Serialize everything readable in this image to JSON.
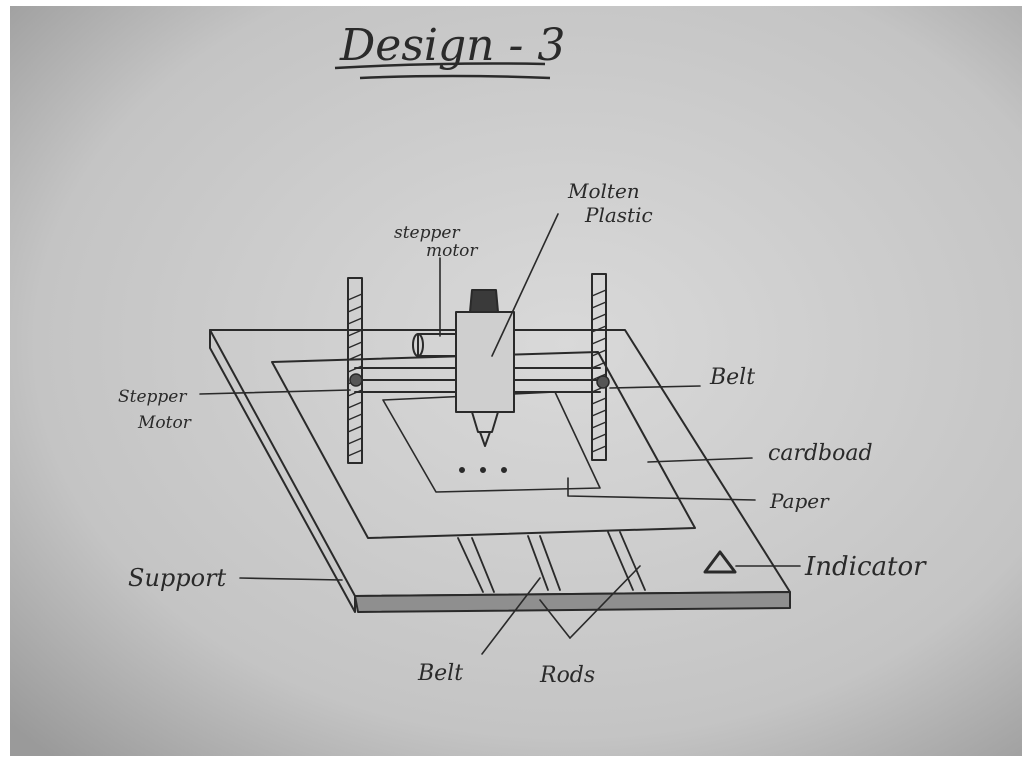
{
  "title": "Design - 3",
  "labels": {
    "molten_plastic_line1": "Molten",
    "molten_plastic_line2": "Plastic",
    "stepper_motor_top_line1": "stepper",
    "stepper_motor_top_line2": "motor",
    "stepper_motor_left_line1": "Stepper",
    "stepper_motor_left_line2": "Motor",
    "belt_right": "Belt",
    "cardboard": "cardboad",
    "paper": "Paper",
    "indicator": "Indicator",
    "support": "Support",
    "belt_bottom": "Belt",
    "rods": "Rods"
  },
  "colors": {
    "paper_light": "#d6d6d6",
    "paper_dark": "#9c9c9c",
    "ink": "#2a2a2a"
  }
}
